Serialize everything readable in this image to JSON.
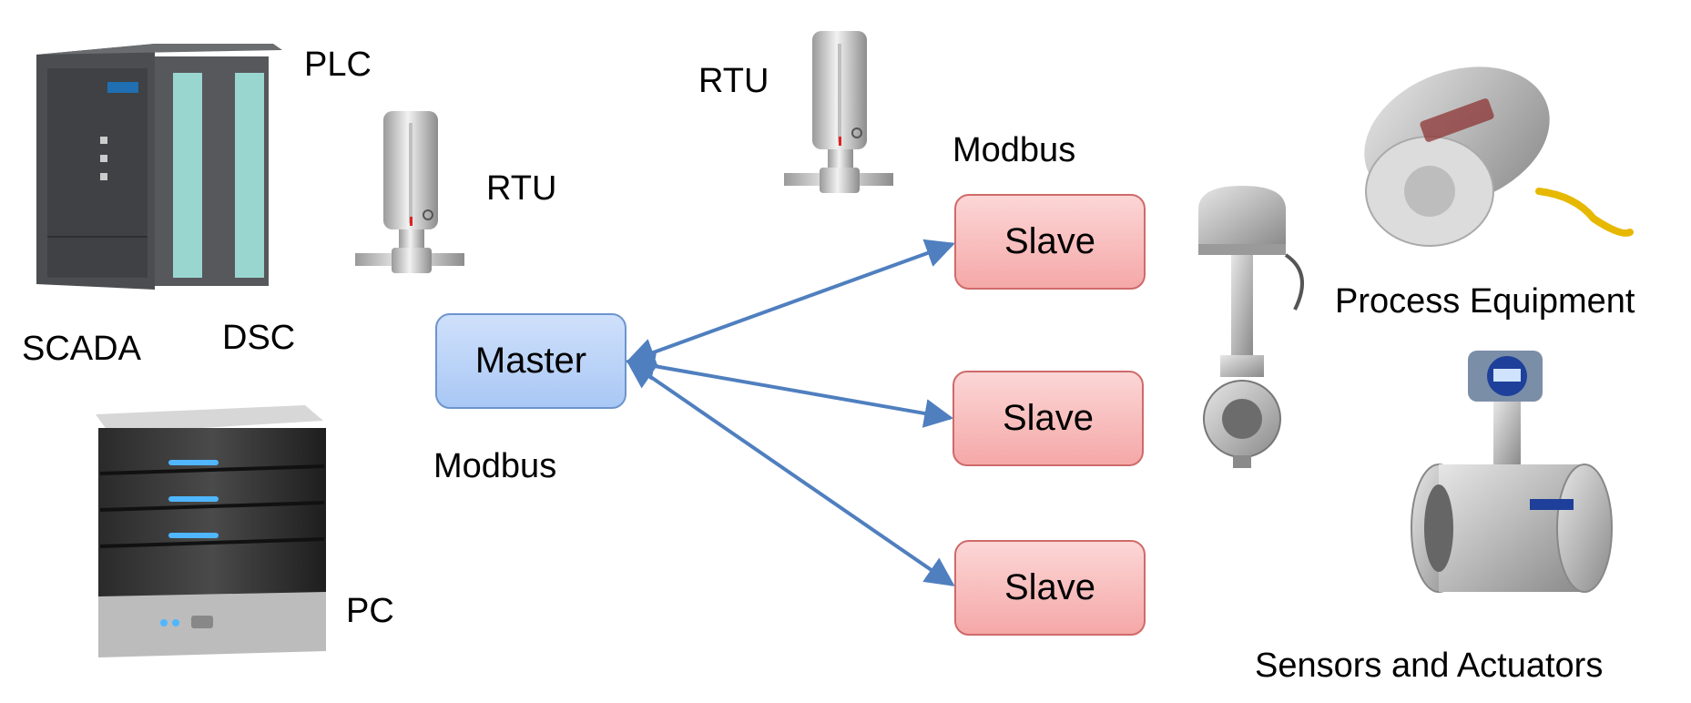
{
  "labels": {
    "plc": "PLC",
    "rtu_left": "RTU",
    "rtu_top": "RTU",
    "scada": "SCADA",
    "dsc": "DSC",
    "pc": "PC",
    "modbus_master": "Modbus",
    "modbus_slaves": "Modbus",
    "process_equipment": "Process Equipment",
    "sensors_actuators": "Sensors and Actuators"
  },
  "nodes": {
    "master": "Master",
    "slaves": [
      "Slave",
      "Slave",
      "Slave"
    ]
  },
  "colors": {
    "arrow": "#4f7fbf",
    "master_fill": "#b5d0f7",
    "slave_fill": "#f7b7b7"
  },
  "images": [
    "plc-rack",
    "rtu-flowmeter",
    "rtu-flowmeter",
    "pc-server",
    "control-valve",
    "proscan-sensor",
    "vortex-flowmeter"
  ]
}
